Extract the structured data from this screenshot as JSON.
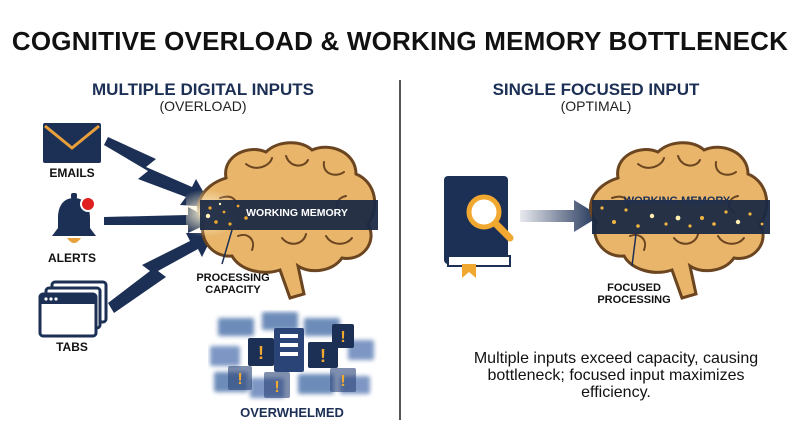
{
  "title": "COGNITIVE OVERLOAD & WORKING MEMORY BOTTLENECK",
  "left": {
    "heading": "MULTIPLE DIGITAL INPUTS",
    "subheading": "(OVERLOAD)",
    "inputs": [
      "EMAILS",
      "ALERTS",
      "TABS"
    ],
    "brain_label": "WORKING MEMORY",
    "capacity_label_line1": "PROCESSING",
    "capacity_label_line2": "CAPACITY",
    "overwhelmed_label": "OVERWHELMED"
  },
  "right": {
    "heading": "SINGLE FOCUSED INPUT",
    "subheading": "(OPTIMAL)",
    "brain_label": "WORKING MEMORY",
    "focused_label_line1": "FOCUSED",
    "focused_label_line2": "PROCESSING",
    "caption": "Multiple inputs exceed capacity, causing bottleneck; focused input maximizes efficiency."
  },
  "colors": {
    "navy": "#1c2f55",
    "brain": "#e8b56a",
    "brain_stroke": "#6b4520",
    "accent_gold": "#f0a830",
    "alert_red": "#e02020"
  }
}
